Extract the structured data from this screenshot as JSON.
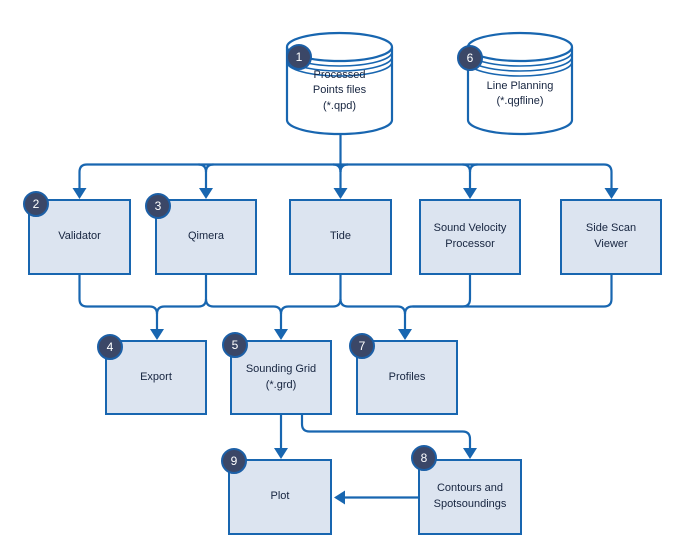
{
  "diagram": {
    "colors": {
      "line": "#1866b0",
      "node_fill": "#dce4f0",
      "node_border": "#1866b0",
      "badge_fill": "#3b4767",
      "badge_border": "#1c5fa6",
      "badge_text": "#ffffff",
      "label_text": "#16243f"
    },
    "nodes": {
      "processed_points": {
        "badge": "1",
        "shape": "cylinder",
        "label": "Processed\nPoints files\n(*.qpd)"
      },
      "line_planning": {
        "badge": "6",
        "shape": "cylinder",
        "label": "Line Planning\n(*.qgfline)"
      },
      "validator": {
        "badge": "2",
        "shape": "box",
        "label": "Validator"
      },
      "qimera": {
        "badge": "3",
        "shape": "box",
        "label": "Qimera"
      },
      "tide": {
        "shape": "box",
        "label": "Tide"
      },
      "sound_velocity_processor": {
        "shape": "box",
        "label": "Sound Velocity\nProcessor"
      },
      "side_scan_viewer": {
        "shape": "box",
        "label": "Side Scan\nViewer"
      },
      "export": {
        "badge": "4",
        "shape": "box",
        "label": "Export"
      },
      "sounding_grid": {
        "badge": "5",
        "shape": "box",
        "label": "Sounding Grid\n(*.grd)"
      },
      "profiles": {
        "badge": "7",
        "shape": "box",
        "label": "Profiles"
      },
      "contours_spotsoundings": {
        "badge": "8",
        "shape": "box",
        "label": "Contours and\nSpotsoundings"
      },
      "plot": {
        "badge": "9",
        "shape": "box",
        "label": "Plot"
      }
    },
    "edges": [
      {
        "from": "processed_points",
        "to": [
          "validator",
          "qimera",
          "tide",
          "sound_velocity_processor",
          "side_scan_viewer"
        ]
      },
      {
        "from": "validator",
        "to": [
          "export"
        ]
      },
      {
        "from": "qimera",
        "to": [
          "export",
          "sounding_grid"
        ]
      },
      {
        "from": "tide",
        "to": [
          "sounding_grid",
          "profiles"
        ]
      },
      {
        "from": "sound_velocity_processor",
        "to": [
          "profiles"
        ]
      },
      {
        "from": "side_scan_viewer",
        "to": [
          "profiles"
        ]
      },
      {
        "from": "sounding_grid",
        "to": [
          "plot",
          "contours_spotsoundings"
        ]
      },
      {
        "from": "contours_spotsoundings",
        "to": [
          "plot"
        ]
      }
    ]
  }
}
